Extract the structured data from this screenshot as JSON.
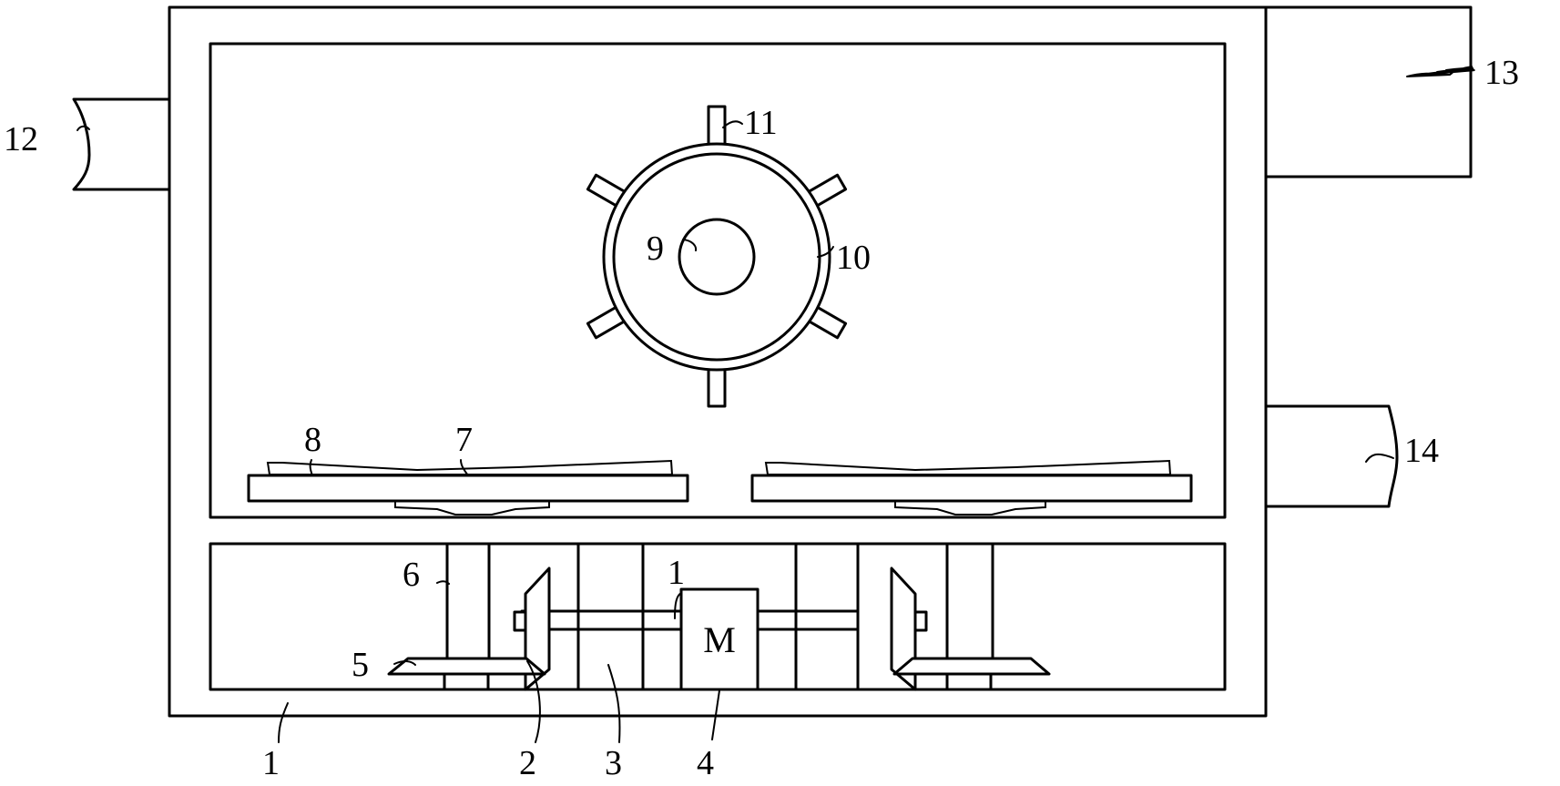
{
  "motor_label": "M",
  "labels": {
    "l1_bottom": "1",
    "l1_inner": "1",
    "l2": "2",
    "l3": "3",
    "l4": "4",
    "l5": "5",
    "l6": "6",
    "l7": "7",
    "l8": "8",
    "l9": "9",
    "l10": "10",
    "l11": "11",
    "l12": "12",
    "l13": "13",
    "l14": "14"
  }
}
